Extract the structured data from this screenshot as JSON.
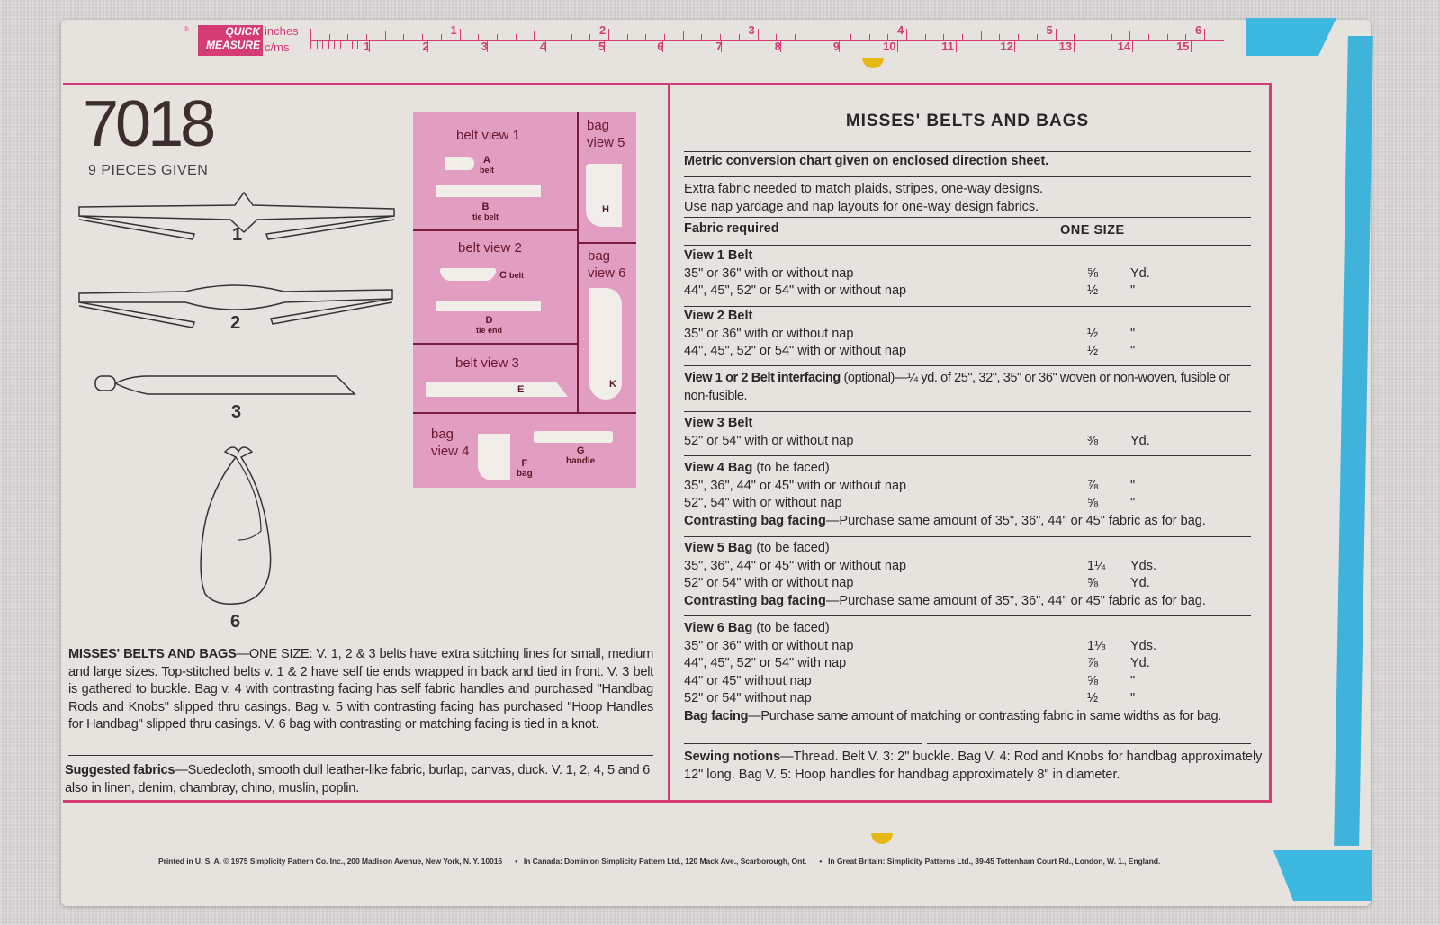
{
  "ruler": {
    "badge_line1": "QUICK",
    "badge_line2": "MEASURE",
    "reg_mark": "®",
    "inches_label": "inches",
    "cms_label": "c/ms",
    "inch_marks": [
      "1",
      "2",
      "3",
      "4",
      "5",
      "6"
    ],
    "cm_marks": [
      "1",
      "2",
      "3",
      "4",
      "5",
      "6",
      "7",
      "8",
      "9",
      "10",
      "11",
      "12",
      "13",
      "14",
      "15"
    ]
  },
  "left": {
    "pattern_number": "7018",
    "pieces_given": "9 PIECES GIVEN",
    "view_numbers": [
      "1",
      "2",
      "3",
      "6"
    ],
    "layout": {
      "belt_view1": {
        "title": "belt  view 1",
        "pieces": [
          {
            "letter": "A",
            "name": "belt"
          },
          {
            "letter": "B",
            "name": "tie belt"
          }
        ]
      },
      "belt_view2": {
        "title": "belt  view 2",
        "pieces": [
          {
            "letter": "C",
            "name": "belt"
          },
          {
            "letter": "D",
            "name": "tie end"
          }
        ]
      },
      "belt_view3": {
        "title": "belt  view 3",
        "pieces": [
          {
            "letter": "E",
            "name": ""
          }
        ]
      },
      "bag_view4": {
        "title_line1": "bag",
        "title_line2": "view 4",
        "pieces": [
          {
            "letter": "F",
            "name": "bag"
          },
          {
            "letter": "G",
            "name": "handle"
          }
        ]
      },
      "bag_view5": {
        "title_line1": "bag",
        "title_line2": "view 5",
        "pieces": [
          {
            "letter": "H",
            "name": ""
          }
        ]
      },
      "bag_view6": {
        "title_line1": "bag",
        "title_line2": "view 6",
        "pieces": [
          {
            "letter": "K",
            "name": ""
          }
        ]
      }
    },
    "description_heading": "MISSES' BELTS AND BAGS",
    "description_body": "—ONE SIZE: V. 1, 2 & 3 belts have extra stitching lines for small, medium and large sizes. Top-stitched belts v. 1 & 2 have self tie ends wrapped in back and tied in front. V. 3 belt is gathered to buckle. Bag v. 4 with contrasting facing has self fabric handles and purchased \"Handbag Rods and Knobs\" slipped thru casings. Bag v. 5 with contrasting facing has purchased \"Hoop Handles for Handbag\" slipped thru casings. V. 6 bag with contrasting or matching facing is tied in a knot.",
    "fabrics_heading": "Suggested fabrics",
    "fabrics_body": "—Suedecloth, smooth dull leather-like fabric, burlap, canvas, duck. V. 1, 2, 4, 5 and 6 also in linen, denim, chambray, chino, muslin, poplin."
  },
  "right": {
    "title": "MISSES' BELTS AND BAGS",
    "metric_note": "Metric conversion chart given on enclosed direction sheet.",
    "extra_fabric_line1": "Extra fabric needed to match plaids, stripes, one-way designs.",
    "extra_fabric_line2": "Use nap yardage and nap layouts for one-way design fabrics.",
    "fabric_required_label": "Fabric required",
    "size_header": "ONE SIZE",
    "sections": [
      {
        "heading": "View 1 Belt",
        "sub": "",
        "rows": [
          {
            "label": "35\" or 36\" with or without nap",
            "qty": "⅝",
            "unit": "Yd."
          },
          {
            "label": "44\", 45\", 52\" or 54\" with or without nap",
            "qty": "½",
            "unit": "\""
          }
        ]
      },
      {
        "heading": "View 2 Belt",
        "sub": "",
        "rows": [
          {
            "label": "35\" or 36\" with or without nap",
            "qty": "½",
            "unit": "\""
          },
          {
            "label": "44\", 45\", 52\" or 54\" with or without nap",
            "qty": "½",
            "unit": "\""
          }
        ]
      },
      {
        "heading": "View 3 Belt",
        "sub": "",
        "rows": [
          {
            "label": "52\" or 54\" with or without nap",
            "qty": "⅜",
            "unit": "Yd."
          }
        ]
      },
      {
        "heading": "View 4 Bag",
        "sub": " (to be faced)",
        "rows": [
          {
            "label": "35\", 36\", 44\" or 45\" with or without nap",
            "qty": "⅞",
            "unit": "\""
          },
          {
            "label": "52\", 54\" with or without nap",
            "qty": "⅝",
            "unit": "\""
          }
        ],
        "note_head": "Contrasting bag facing",
        "note_body": "—Purchase same amount of 35\", 36\", 44\" or 45\" fabric as for bag."
      },
      {
        "heading": "View 5 Bag",
        "sub": " (to be faced)",
        "rows": [
          {
            "label": "35\", 36\", 44\" or 45\" with or without nap",
            "qty": "1¼",
            "unit": "Yds."
          },
          {
            "label": "52\" or 54\" with or without nap",
            "qty": "⅝",
            "unit": "Yd."
          }
        ],
        "note_head": "Contrasting bag facing",
        "note_body": "—Purchase same amount of 35\", 36\", 44\" or 45\" fabric as for bag."
      },
      {
        "heading": "View 6 Bag",
        "sub": " (to be faced)",
        "rows": [
          {
            "label": "35\" or 36\" with or without nap",
            "qty": "1⅛",
            "unit": "Yds."
          },
          {
            "label": "44\", 45\", 52\" or 54\" with nap",
            "qty": "⅞",
            "unit": "Yd."
          },
          {
            "label": "44\" or 45\" without nap",
            "qty": "⅝",
            "unit": "\""
          },
          {
            "label": "52\" or 54\" without nap",
            "qty": "½",
            "unit": "\""
          }
        ],
        "note_head": "Bag facing",
        "note_body": "—Purchase same amount of matching or contrasting fabric in same widths as for bag."
      }
    ],
    "interfacing_head": "View 1 or 2 Belt interfacing",
    "interfacing_body": " (optional)—¼ yd. of 25\", 32\", 35\" or 36\" woven or non-woven, fusible or",
    "interfacing_body2": "non-fusible.",
    "notions_head": "Sewing notions",
    "notions_body1": "—Thread. Belt V. 3: 2\" buckle. Bag V. 4: Rod and Knobs for handbag approximately",
    "notions_body2": "12\" long. Bag V. 5: Hoop handles for handbag approximately 8\" in diameter."
  },
  "footer": {
    "printed": "Printed in U. S. A.  © 1975 Simplicity Pattern Co. Inc., 200 Madison Avenue, New York, N. Y. 10016",
    "canada": "In Canada: Dominion Simplicity Pattern Ltd., 120 Mack Ave., Scarborough, Ont.",
    "britain": "In Great Britain: Simplicity Patterns Ltd., 39-45 Tottenham Court Rd., London, W. 1., England."
  },
  "colors": {
    "accent_pink": "#d63c74",
    "layout_pink": "#e29ec0",
    "tape_blue": "#3db8e0",
    "paper": "#e6e3df"
  }
}
